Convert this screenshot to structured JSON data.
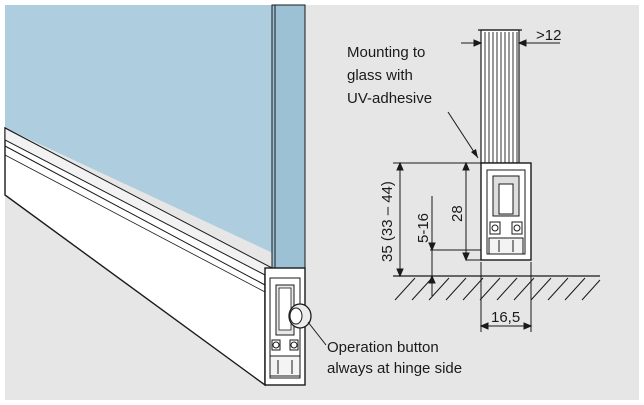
{
  "annotations": {
    "mounting": [
      "Mounting to",
      "glass with",
      "UV-adhesive"
    ],
    "operation": [
      "Operation button",
      "always at hinge side"
    ]
  },
  "dimensions": {
    "glass_thickness": ">12",
    "overall_height": "35 (33 – 44)",
    "profile_height": "28",
    "seal_travel": "5-16",
    "profile_width": "16,5"
  },
  "colors": {
    "background": "#e6e6e6",
    "glass": "#aecdde",
    "glass_edge": "#8fb3c8",
    "profile": "#ffffff",
    "line": "#1a1a1a",
    "profile_inner": "#cfcfcf"
  }
}
